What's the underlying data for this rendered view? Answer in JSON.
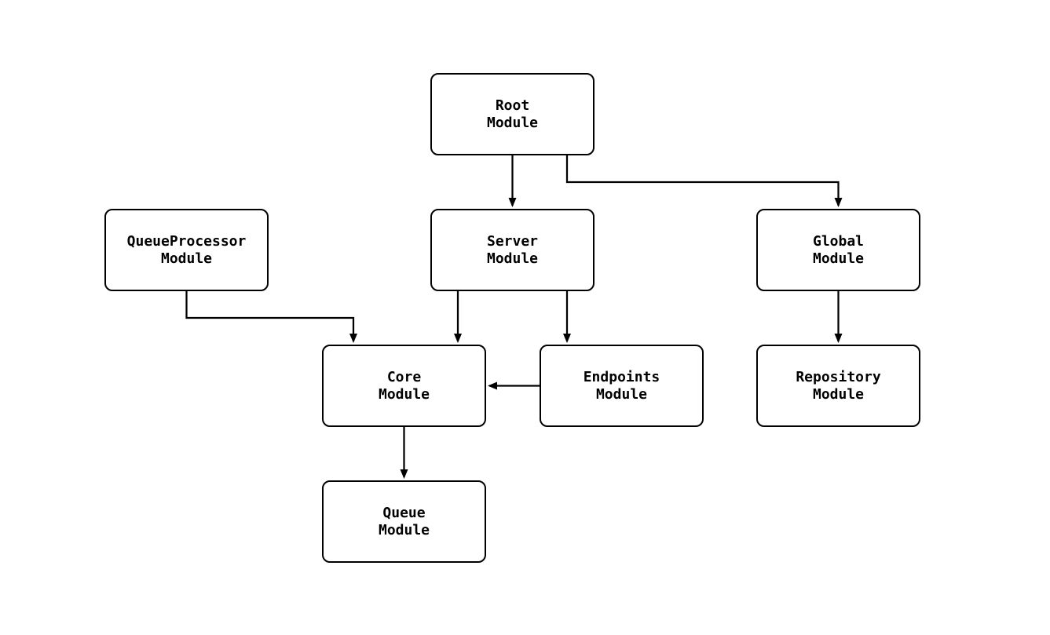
{
  "diagram": {
    "type": "module-dependency-graph",
    "background": "#ffffff",
    "node_style": {
      "fill": "#ffffff",
      "border": "#000000",
      "text": "#000000"
    },
    "edge_color": "#000000",
    "nodes": {
      "root": {
        "label": "Root\nModule"
      },
      "queueprocessor": {
        "label": "QueueProcessor\nModule"
      },
      "server": {
        "label": "Server\nModule"
      },
      "global": {
        "label": "Global\nModule"
      },
      "core": {
        "label": "Core\nModule"
      },
      "endpoints": {
        "label": "Endpoints\nModule"
      },
      "repository": {
        "label": "Repository\nModule"
      },
      "queue": {
        "label": "Queue\nModule"
      }
    },
    "edges": [
      {
        "from": "Root Module",
        "to": "Server Module"
      },
      {
        "from": "Root Module",
        "to": "Global Module"
      },
      {
        "from": "QueueProcessor Module",
        "to": "Core Module"
      },
      {
        "from": "Server Module",
        "to": "Core Module"
      },
      {
        "from": "Server Module",
        "to": "Endpoints Module"
      },
      {
        "from": "Endpoints Module",
        "to": "Core Module"
      },
      {
        "from": "Global Module",
        "to": "Repository Module"
      },
      {
        "from": "Core Module",
        "to": "Queue Module"
      }
    ]
  }
}
